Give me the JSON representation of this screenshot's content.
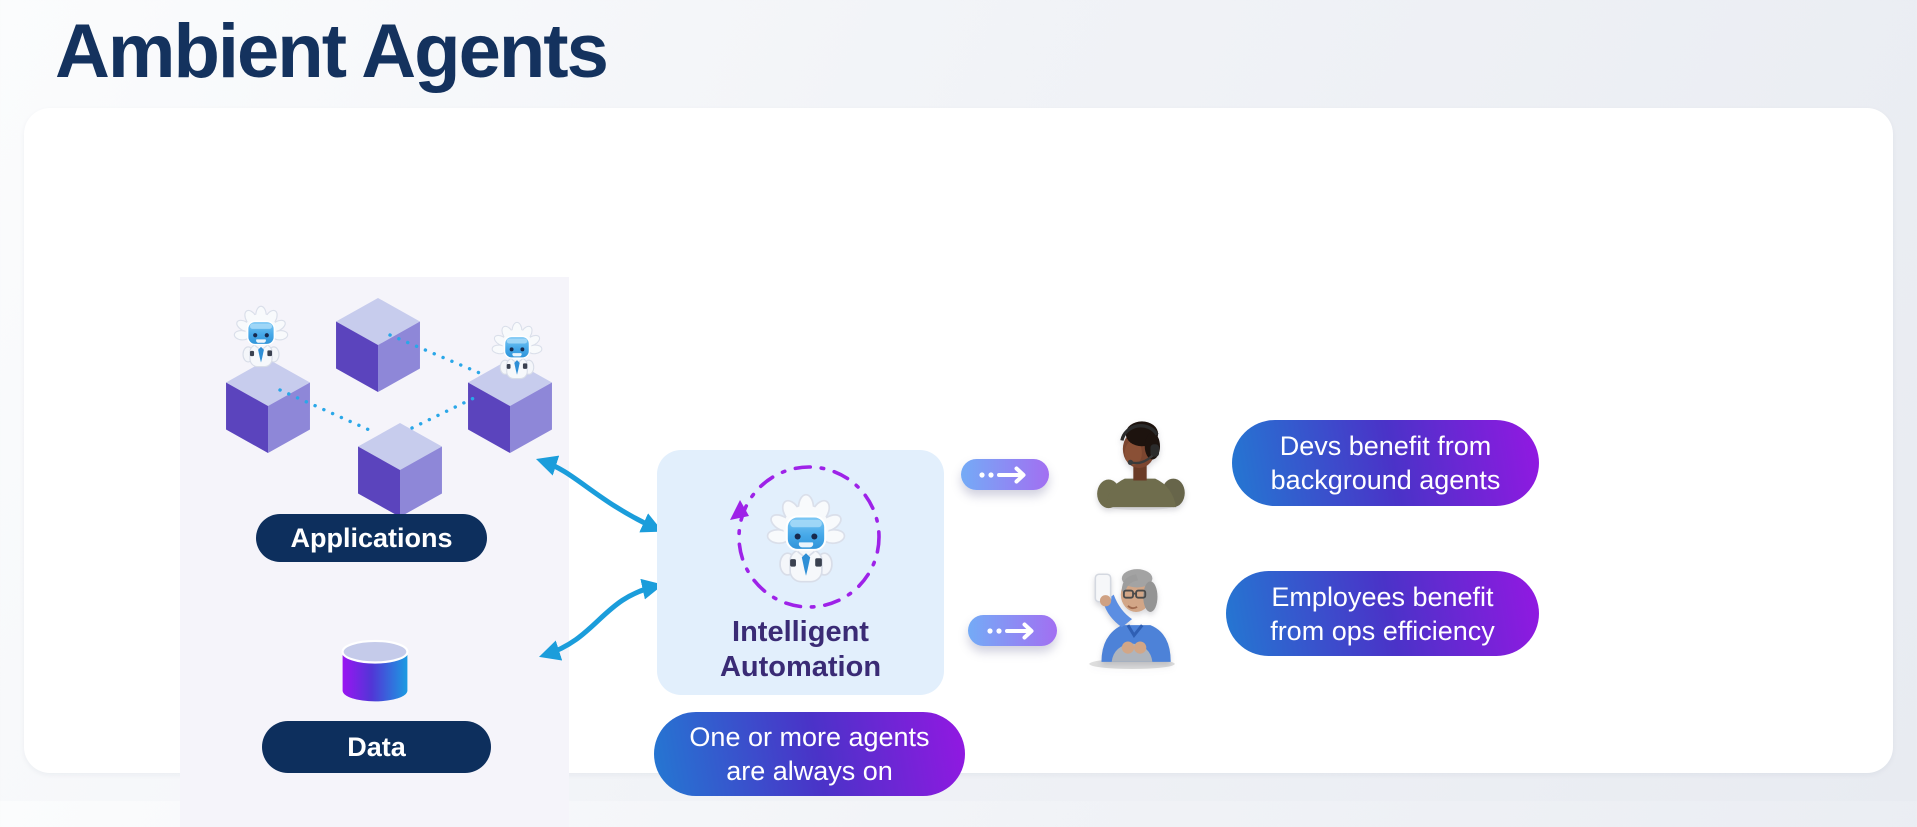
{
  "page": {
    "title": "Ambient Agents"
  },
  "panel": {
    "applications_label": "Applications",
    "data_label": "Data"
  },
  "center": {
    "title_line1": "Intelligent",
    "title_line2": "Automation",
    "caption_line1": "One or more agents",
    "caption_line2": "are always on"
  },
  "outcomes": [
    {
      "person": "woman-with-headset",
      "line1": "Devs benefit from",
      "line2": "background agents"
    },
    {
      "person": "woman-with-phone",
      "line1": "Employees benefit",
      "line2": "from ops efficiency"
    }
  ],
  "icons": {
    "robot_mascot": "einstein-robot-icon",
    "application_cube": "isometric-cube-icon",
    "network_link": "dotted-link-line",
    "database": "database-cylinder-icon",
    "exchange_arrow": "double-headed-curved-arrow-icon",
    "rotation_circle": "dashed-rotation-circle-icon",
    "flow_arrow": "dots-arrow-right-icon"
  },
  "colors": {
    "title": "#14325e",
    "card_bg": "#ffffff",
    "panel_bg": "#f5f4fa",
    "navy_pill": "#0d2f5d",
    "center_box_bg": "#e2effc",
    "center_text": "#3a2b75",
    "accent_purple": "#9e22e8",
    "accent_cyan": "#1b9ddb",
    "dot_cyan": "#2aa7e8",
    "pill_gradient_blue": "#2478d2",
    "pill_gradient_violet": "#9318e2",
    "arrow_pill_blue": "#74abf6",
    "arrow_pill_violet": "#a26ff2",
    "cube_top": "#c7cced",
    "cube_left": "#5b44bd",
    "cube_right": "#8e87d8"
  }
}
